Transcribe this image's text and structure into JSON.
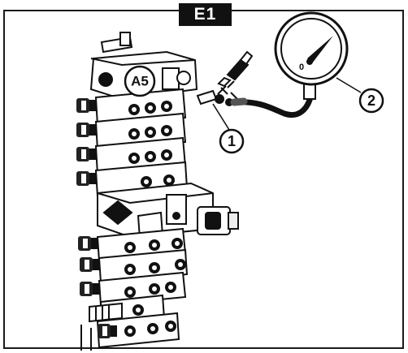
{
  "title": "E1",
  "labels": {
    "valve_section": "A5",
    "callout_1": "1",
    "callout_2": "2",
    "gauge_zero": "0"
  }
}
